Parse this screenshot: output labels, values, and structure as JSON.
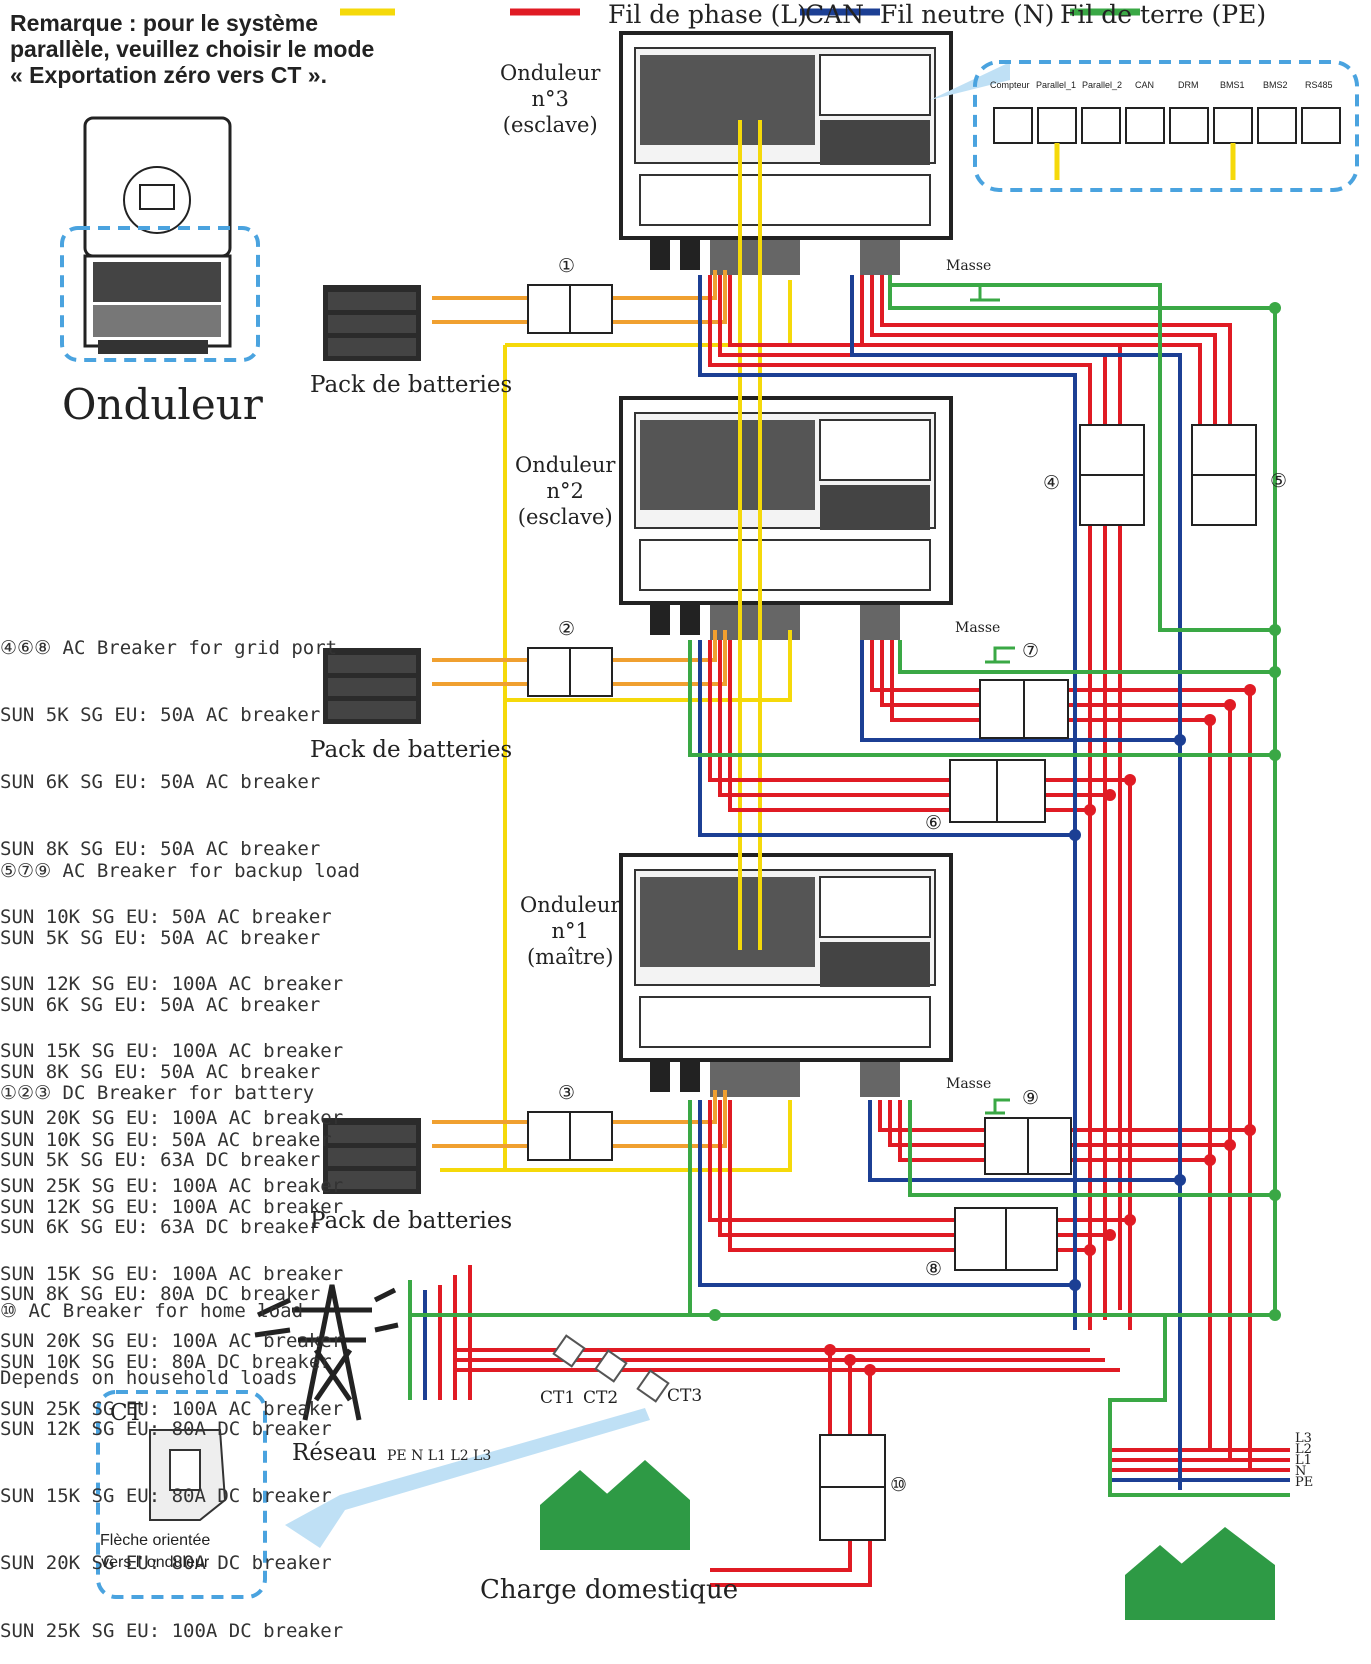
{
  "note": {
    "line1": "Remarque : pour le système",
    "line2": "parallèle, veuillez choisir le mode",
    "line3": "« Exportation zéro vers CT »."
  },
  "legend": {
    "phase": "Fil de phase (L)",
    "can": "CAN",
    "neutral": "Fil neutre (N)",
    "earth": "Fil de terre (PE)"
  },
  "inverter_label": "Onduleur",
  "inverters": [
    {
      "id": "inv3",
      "l1": "Onduleur",
      "l2": "n°3",
      "l3": "(esclave)"
    },
    {
      "id": "inv2",
      "l1": "Onduleur",
      "l2": "n°2",
      "l3": "(esclave)"
    },
    {
      "id": "inv1",
      "l1": "Onduleur",
      "l2": "n°1",
      "l3": "(maître)"
    }
  ],
  "battery_label": "Pack de batteries",
  "masse": "Masse",
  "breaker_numbers": [
    "①",
    "②",
    "③",
    "④",
    "⑤",
    "⑥",
    "⑦",
    "⑧",
    "⑨",
    "⑩"
  ],
  "ports": [
    "Compteur",
    "Parallel_1",
    "Parallel_2",
    "CAN",
    "DRM",
    "BMS1",
    "BMS2",
    "RS485"
  ],
  "specs": {
    "grid": [
      "④⑥⑧ AC Breaker for grid port",
      "SUN 5K SG EU: 50A AC breaker",
      "SUN 6K SG EU: 50A AC breaker",
      "SUN 8K SG EU: 50A AC breaker",
      "SUN 10K SG EU: 50A AC breaker",
      "SUN 12K SG EU: 100A AC breaker",
      "SUN 15K SG EU: 100A AC breaker",
      "SUN 20K SG EU: 100A AC breaker",
      "SUN 25K SG EU: 100A AC breaker"
    ],
    "backup": [
      "⑤⑦⑨ AC Breaker for backup load",
      "SUN 5K SG EU: 50A AC breaker",
      "SUN 6K SG EU: 50A AC breaker",
      "SUN 8K SG EU: 50A AC breaker",
      "SUN 10K SG EU: 50A AC breaker",
      "SUN 12K SG EU: 100A AC breaker",
      "SUN 15K SG EU: 100A AC breaker",
      "SUN 20K SG EU: 100A AC breaker",
      "SUN 25K SG EU: 100A AC breaker"
    ],
    "battery": [
      "①②③ DC Breaker for battery",
      "SUN 5K SG EU: 63A DC breaker",
      "SUN 6K SG EU: 63A DC breaker",
      "SUN 8K SG EU: 80A DC breaker",
      "SUN 10K SG EU: 80A DC breaker",
      "SUN 12K SG EU: 80A DC breaker",
      "SUN 15K SG EU: 80A DC breaker",
      "SUN 20K SG EU: 80A DC breaker",
      "SUN 25K SG EU: 100A DC breaker"
    ],
    "home": [
      "⑩ AC Breaker for home load",
      "Depends on household loads"
    ]
  },
  "grid_label": "Réseau",
  "grid_lines": "PE N L1 L2 L3",
  "ct_label": "CT",
  "ct_names": [
    "CT1",
    "CT2",
    "CT3"
  ],
  "ct_arrow_note": [
    "Flèche orientée",
    "vers l' onduleur"
  ],
  "home_load": "Charge domestique",
  "backup_lines": [
    "L3",
    "L2",
    "L1",
    "N",
    "PE"
  ],
  "colors": {
    "phase": "#e01b24",
    "neutral": "#1c3f94",
    "earth": "#3aa845",
    "can": "#f5d90a",
    "battery": "#f0a030",
    "house": "#2e9a45",
    "callout": "#4aa3df"
  }
}
